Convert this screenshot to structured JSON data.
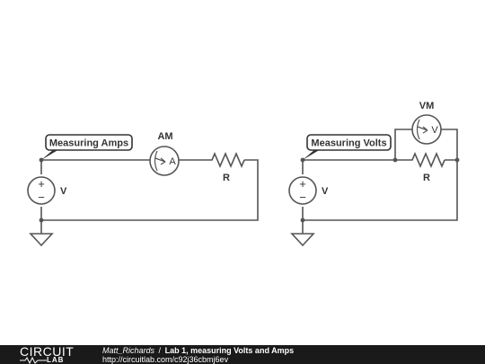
{
  "circuits": [
    {
      "tag": "Measuring Amps",
      "source_label": "V",
      "source_plus": "+",
      "source_minus": "−",
      "meter_name": "AM",
      "meter_symbol": "A",
      "resistor_label": "R"
    },
    {
      "tag": "Measuring Volts",
      "source_label": "V",
      "source_plus": "+",
      "source_minus": "−",
      "meter_name": "VM",
      "meter_symbol": "V",
      "resistor_label": "R"
    }
  ],
  "footer": {
    "logo_top": "CIRCUIT",
    "logo_bottom": "LAB",
    "author": "Matt_Richards",
    "separator": "/",
    "title": "Lab 1, measuring Volts and Amps",
    "url": "http://circuitlab.com/c92j36cbmj6ev"
  },
  "colors": {
    "wire": "#555555",
    "footer_bg": "#1a1a1a",
    "text": "#333333"
  }
}
